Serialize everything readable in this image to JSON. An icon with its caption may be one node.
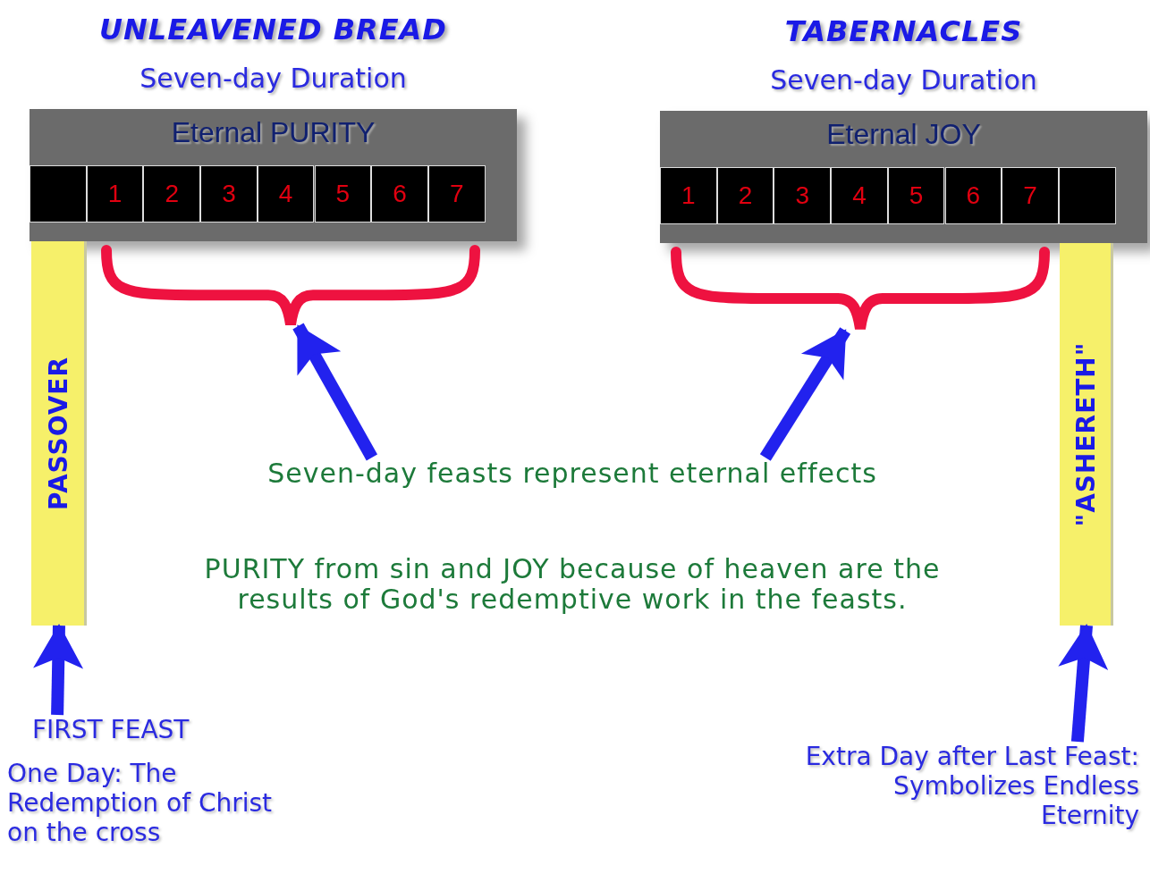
{
  "diagram": {
    "nodes": [
      {
        "text": [
          "UNLEAVENED BREAD",
          "Seven-day Duration",
          "Eternal PURITY"
        ]
      },
      {
        "text": [],
        "shape": "box",
        "in": 0
      },
      {
        "text": [
          "1"
        ],
        "in": 0
      },
      {
        "text": [
          "2"
        ],
        "in": 0
      },
      {
        "text": [
          "3"
        ],
        "in": 0
      },
      {
        "text": [
          "4"
        ],
        "in": 0
      },
      {
        "text": [
          "5"
        ],
        "in": 0
      },
      {
        "text": [
          "6"
        ],
        "in": 0
      },
      {
        "text": [
          "7"
        ],
        "in": 0
      },
      {
        "text": [
          "TABERNACLES",
          "Seven-day Duration",
          "Eternal JOY"
        ]
      },
      {
        "text": [
          "1"
        ],
        "in": 9
      },
      {
        "text": [
          "2"
        ],
        "in": 9
      },
      {
        "text": [
          "3"
        ],
        "in": 9
      },
      {
        "text": [
          "4"
        ],
        "in": 9
      },
      {
        "text": [
          "5"
        ],
        "in": 9
      },
      {
        "text": [
          "6"
        ],
        "in": 9
      },
      {
        "text": [
          "7"
        ],
        "in": 9
      },
      {
        "text": [],
        "shape": "box",
        "in": 9
      },
      {
        "text": [
          "PASSOVER"
        ]
      },
      {
        "text": [
          "\"ASHERETH\""
        ]
      },
      {
        "text": [],
        "shape": "brace"
      },
      {
        "text": [],
        "shape": "brace"
      },
      {
        "text": [
          "Seven-day feasts represent eternal effects"
        ]
      },
      {
        "text": [
          "FIRST FEAST",
          "One Day: The Redemption of Christ on the cross"
        ]
      },
      {
        "text": [
          "Extra Day after Last Feast: Symbolizes Endless Eternity"
        ]
      }
    ],
    "edges": [
      {
        "from": 22,
        "to": 20,
        "arrow": "to"
      },
      {
        "from": 22,
        "to": 21,
        "arrow": "to"
      },
      {
        "from": 23,
        "to": 18,
        "arrow": "to"
      },
      {
        "from": 24,
        "to": 19,
        "arrow": "to"
      }
    ],
    "labels": [
      "PURITY from sin and JOY because of heaven are the results of God's redemptive work in the feasts."
    ]
  }
}
